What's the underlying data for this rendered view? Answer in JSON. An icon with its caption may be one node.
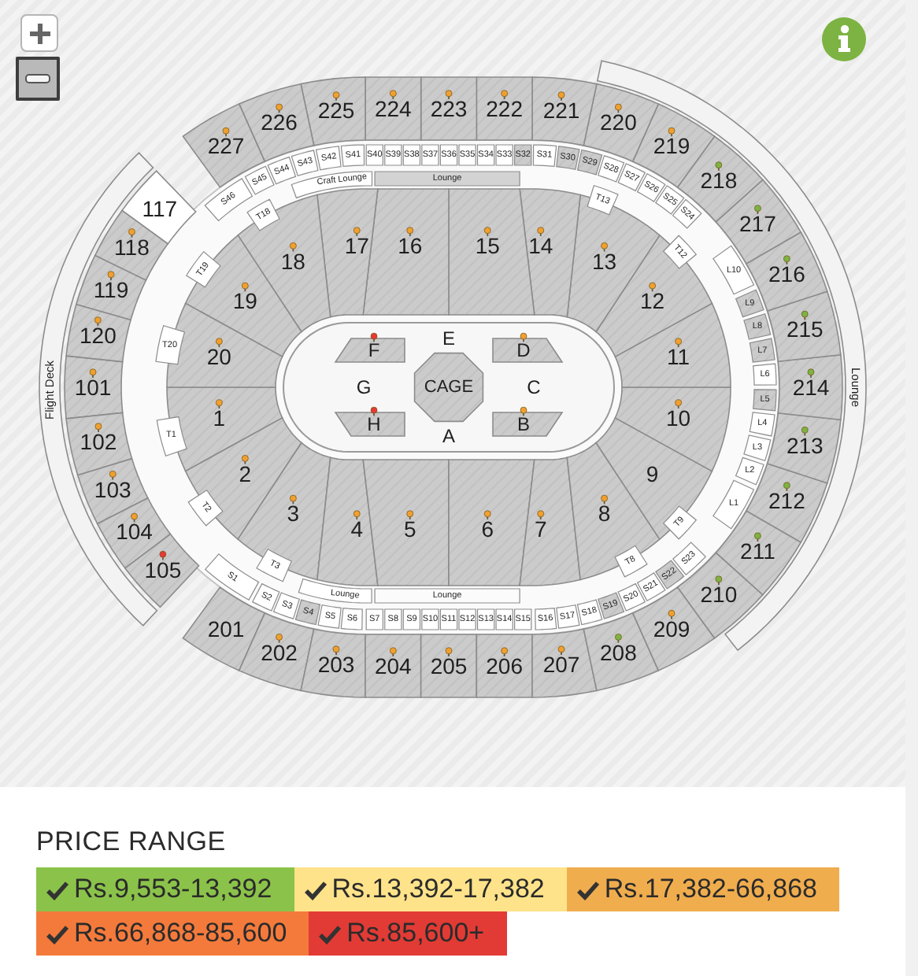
{
  "diagram": {
    "nodes": [
      {
        "text": [
          "101"
        ]
      },
      {
        "text": [
          "102"
        ]
      },
      {
        "text": [
          "103"
        ]
      },
      {
        "text": [
          "104"
        ]
      },
      {
        "text": [
          "105"
        ]
      },
      {
        "text": [
          "117"
        ]
      },
      {
        "text": [
          "118"
        ]
      },
      {
        "text": [
          "119"
        ]
      },
      {
        "text": [
          "120"
        ]
      },
      {
        "text": [
          "201"
        ]
      },
      {
        "text": [
          "202"
        ]
      },
      {
        "text": [
          "203"
        ]
      },
      {
        "text": [
          "204"
        ]
      },
      {
        "text": [
          "205"
        ]
      },
      {
        "text": [
          "206"
        ]
      },
      {
        "text": [
          "207"
        ]
      },
      {
        "text": [
          "208"
        ]
      },
      {
        "text": [
          "209"
        ]
      },
      {
        "text": [
          "210"
        ]
      },
      {
        "text": [
          "211"
        ]
      },
      {
        "text": [
          "212"
        ]
      },
      {
        "text": [
          "213"
        ]
      },
      {
        "text": [
          "214"
        ]
      },
      {
        "text": [
          "215"
        ]
      },
      {
        "text": [
          "216"
        ]
      },
      {
        "text": [
          "217"
        ]
      },
      {
        "text": [
          "218"
        ]
      },
      {
        "text": [
          "219"
        ]
      },
      {
        "text": [
          "220"
        ]
      },
      {
        "text": [
          "221"
        ]
      },
      {
        "text": [
          "222"
        ]
      },
      {
        "text": [
          "223"
        ]
      },
      {
        "text": [
          "224"
        ]
      },
      {
        "text": [
          "225"
        ]
      },
      {
        "text": [
          "226"
        ]
      },
      {
        "text": [
          "227"
        ]
      },
      {
        "text": [
          "Flight Deck"
        ]
      },
      {
        "text": [
          "Lounge"
        ]
      },
      {
        "text": [
          "Craft Lounge"
        ]
      },
      {
        "text": [
          "Lounge"
        ]
      },
      {
        "text": [
          "Lounge"
        ]
      },
      {
        "text": [
          "Lounge"
        ]
      },
      {
        "text": [
          "S1"
        ]
      },
      {
        "text": [
          "S2"
        ]
      },
      {
        "text": [
          "S3"
        ]
      },
      {
        "text": [
          "S4"
        ]
      },
      {
        "text": [
          "S5"
        ]
      },
      {
        "text": [
          "S6"
        ]
      },
      {
        "text": [
          "S7"
        ]
      },
      {
        "text": [
          "S8"
        ]
      },
      {
        "text": [
          "S9"
        ]
      },
      {
        "text": [
          "S10"
        ]
      },
      {
        "text": [
          "S11"
        ]
      },
      {
        "text": [
          "S12"
        ]
      },
      {
        "text": [
          "S13"
        ]
      },
      {
        "text": [
          "S14"
        ]
      },
      {
        "text": [
          "S15"
        ]
      },
      {
        "text": [
          "S16"
        ]
      },
      {
        "text": [
          "S17"
        ]
      },
      {
        "text": [
          "S18"
        ]
      },
      {
        "text": [
          "S19"
        ]
      },
      {
        "text": [
          "S20"
        ]
      },
      {
        "text": [
          "S21"
        ]
      },
      {
        "text": [
          "S22"
        ]
      },
      {
        "text": [
          "S23"
        ]
      },
      {
        "text": [
          "S24"
        ]
      },
      {
        "text": [
          "S25"
        ]
      },
      {
        "text": [
          "S26"
        ]
      },
      {
        "text": [
          "S27"
        ]
      },
      {
        "text": [
          "S28"
        ]
      },
      {
        "text": [
          "S29"
        ]
      },
      {
        "text": [
          "S30"
        ]
      },
      {
        "text": [
          "S31"
        ]
      },
      {
        "text": [
          "S32"
        ]
      },
      {
        "text": [
          "S33"
        ]
      },
      {
        "text": [
          "S34"
        ]
      },
      {
        "text": [
          "S35"
        ]
      },
      {
        "text": [
          "S36"
        ]
      },
      {
        "text": [
          "S37"
        ]
      },
      {
        "text": [
          "S38"
        ]
      },
      {
        "text": [
          "S39"
        ]
      },
      {
        "text": [
          "S40"
        ]
      },
      {
        "text": [
          "S41"
        ]
      },
      {
        "text": [
          "S42"
        ]
      },
      {
        "text": [
          "S43"
        ]
      },
      {
        "text": [
          "S44"
        ]
      },
      {
        "text": [
          "S45"
        ]
      },
      {
        "text": [
          "S46"
        ]
      },
      {
        "text": [
          "L1"
        ]
      },
      {
        "text": [
          "L2"
        ]
      },
      {
        "text": [
          "L3"
        ]
      },
      {
        "text": [
          "L4"
        ]
      },
      {
        "text": [
          "L5"
        ]
      },
      {
        "text": [
          "L6"
        ]
      },
      {
        "text": [
          "L7"
        ]
      },
      {
        "text": [
          "L8"
        ]
      },
      {
        "text": [
          "L9"
        ]
      },
      {
        "text": [
          "L10"
        ]
      },
      {
        "text": [
          "T1"
        ]
      },
      {
        "text": [
          "T2"
        ]
      },
      {
        "text": [
          "T3"
        ]
      },
      {
        "text": [
          "T8"
        ]
      },
      {
        "text": [
          "T9"
        ]
      },
      {
        "text": [
          "T12"
        ]
      },
      {
        "text": [
          "T13"
        ]
      },
      {
        "text": [
          "T18"
        ]
      },
      {
        "text": [
          "T19"
        ]
      },
      {
        "text": [
          "T20"
        ]
      },
      {
        "text": [
          "1"
        ]
      },
      {
        "text": [
          "2"
        ]
      },
      {
        "text": [
          "3"
        ]
      },
      {
        "text": [
          "4"
        ]
      },
      {
        "text": [
          "5"
        ]
      },
      {
        "text": [
          "6"
        ]
      },
      {
        "text": [
          "7"
        ]
      },
      {
        "text": [
          "8"
        ]
      },
      {
        "text": [
          "9"
        ]
      },
      {
        "text": [
          "10"
        ]
      },
      {
        "text": [
          "11"
        ]
      },
      {
        "text": [
          "12"
        ]
      },
      {
        "text": [
          "13"
        ]
      },
      {
        "text": [
          "14"
        ]
      },
      {
        "text": [
          "15"
        ]
      },
      {
        "text": [
          "16"
        ]
      },
      {
        "text": [
          "17"
        ]
      },
      {
        "text": [
          "18"
        ]
      },
      {
        "text": [
          "19"
        ]
      },
      {
        "text": [
          "20"
        ]
      },
      {
        "text": [
          "F"
        ]
      },
      {
        "text": [
          "D"
        ]
      },
      {
        "text": [
          "CAGE"
        ]
      },
      {
        "text": [
          "H"
        ]
      },
      {
        "text": [
          "B"
        ]
      }
    ],
    "labels": [
      "E",
      "G",
      "C",
      "A",
      "PRICE RANGE"
    ],
    "legend": [
      {
        "text": "Rs.9,553-13,392",
        "color": "#8bc34a"
      },
      {
        "text": "Rs.13,392-17,382",
        "color": "#ffe38a"
      },
      {
        "text": "Rs.17,382-66,868",
        "color": "#f0ad4e"
      },
      {
        "text": "Rs.66,868-85,600",
        "color": "#f47a3c"
      },
      {
        "text": "Rs.85,600+",
        "color": "#e23b35"
      }
    ]
  }
}
